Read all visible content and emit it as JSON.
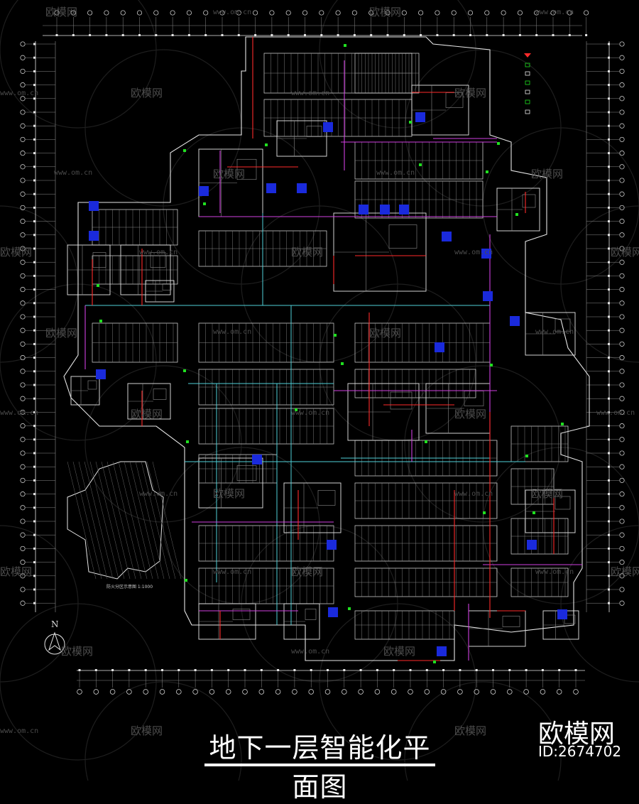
{
  "plan": {
    "title": "地下一层智能化平面图",
    "north_label": "N",
    "inset_label": "防火分区示意图 1:1000"
  },
  "brand": {
    "name": "欧模网",
    "id_text": "ID:2674702"
  },
  "watermark": {
    "logo_text": "欧模网",
    "url_text": "www.om.cn"
  },
  "colors": {
    "background": "#000000",
    "line_white": "#e6e6e6",
    "line_grey": "#8a8a8a",
    "wire_red": "#ff2a2a",
    "wire_magenta": "#d040e0",
    "wire_cyan": "#4fd0d8",
    "device_blue": "#1a2adc",
    "device_green": "#20e020"
  }
}
